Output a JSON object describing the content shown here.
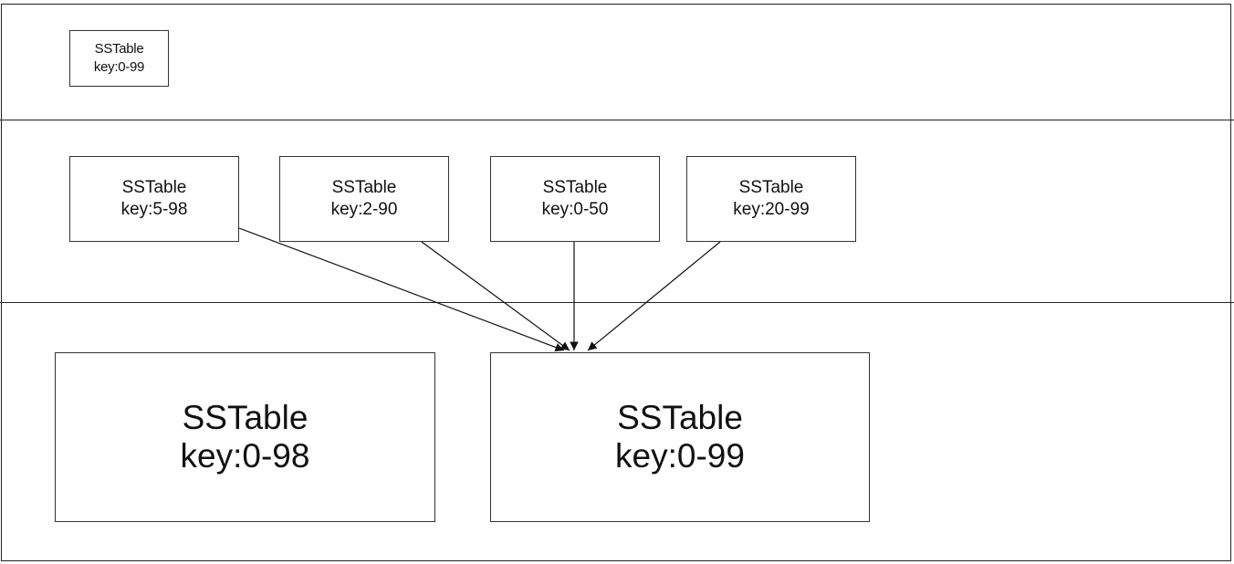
{
  "levels": [
    {
      "tables": [
        {
          "label": "SSTable",
          "range": "key:0-99"
        }
      ]
    },
    {
      "tables": [
        {
          "label": "SSTable",
          "range": "key:5-98"
        },
        {
          "label": "SSTable",
          "range": "key:2-90"
        },
        {
          "label": "SSTable",
          "range": "key:0-50"
        },
        {
          "label": "SSTable",
          "range": "key:20-99"
        }
      ]
    },
    {
      "tables": [
        {
          "label": "SSTable",
          "range": "key:0-98"
        },
        {
          "label": "SSTable",
          "range": "key:0-99"
        }
      ]
    }
  ]
}
